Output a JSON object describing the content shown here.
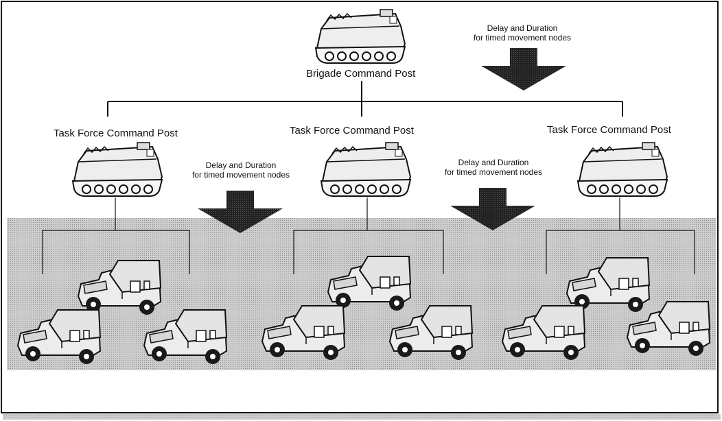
{
  "brigade": {
    "label": "Brigade Command Post"
  },
  "task_forces": [
    {
      "label": "Task Force Command Post"
    },
    {
      "label": "Task Force Command Post"
    },
    {
      "label": "Task Force Command Post"
    }
  ],
  "timing_notes": [
    {
      "line1": "Delay and Duration",
      "line2": "for timed movement nodes"
    },
    {
      "line1": "Delay and Duration",
      "line2": "for timed movement nodes"
    },
    {
      "line1": "Delay and Duration",
      "line2": "for timed movement nodes"
    }
  ],
  "icons": {
    "command_post": "armored-personnel-carrier-icon",
    "unit_vehicle": "humvee-shelter-icon",
    "flow": "down-arrow-icon"
  },
  "colors": {
    "background": "#ffffff",
    "ground": "#c9c9c9",
    "vehicle_fill": "#e8e8e8",
    "arrow": "#1a1a1a",
    "line": "#111111"
  }
}
